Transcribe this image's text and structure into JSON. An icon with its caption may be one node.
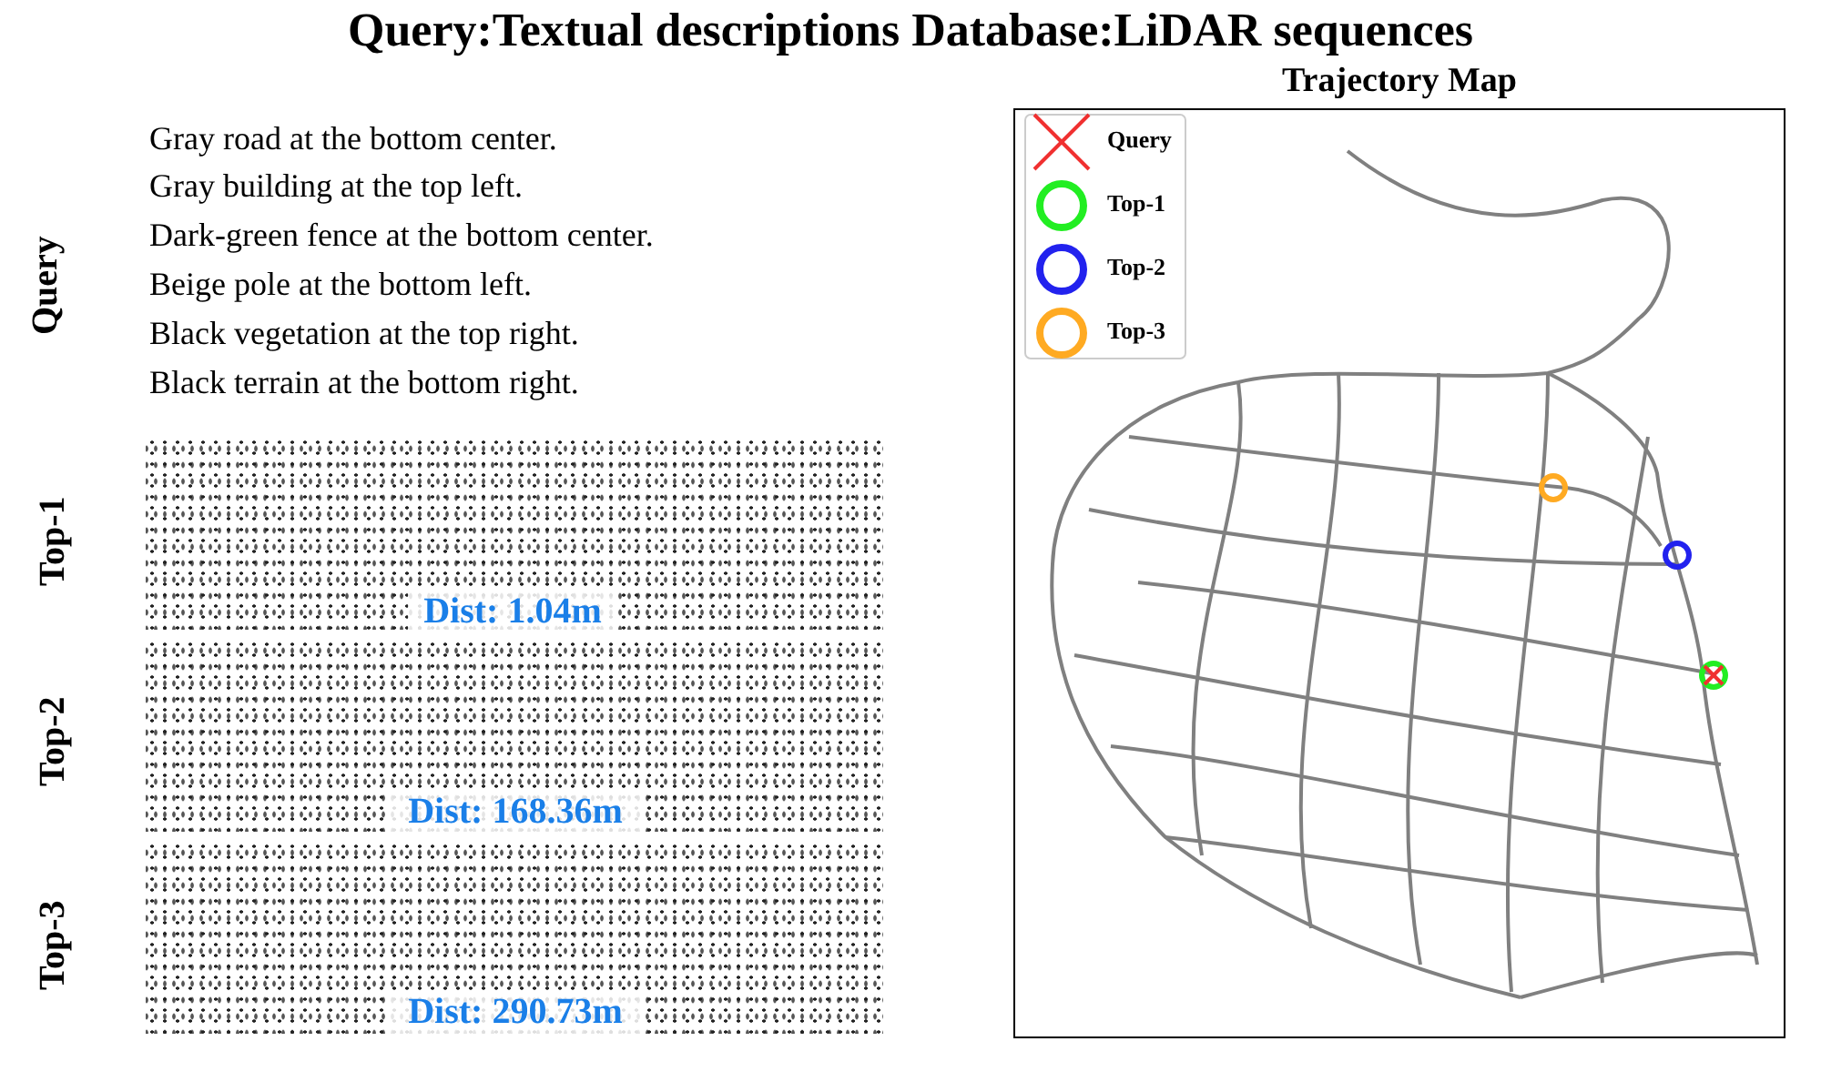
{
  "diagram": {
    "title": "Query:Textual descriptions Database:LiDAR sequences",
    "labels": [
      "Query",
      "Gray road at the bottom center.",
      "Gray building at the top left.",
      "Dark-green fence at the bottom center.",
      "Beige pole at the bottom left.",
      "Black vegetation at the top right.",
      "Black terrain at the bottom right.",
      "Top-1",
      "Dist: 1.04m",
      "Top-2",
      "Dist: 168.36m",
      "Top-3",
      "Dist: 290.73m",
      "Trajectory Map"
    ],
    "legend": [
      {
        "text": "Query"
      },
      {
        "text": "Top-1"
      },
      {
        "text": "Top-2"
      },
      {
        "text": "Top-3"
      }
    ]
  }
}
